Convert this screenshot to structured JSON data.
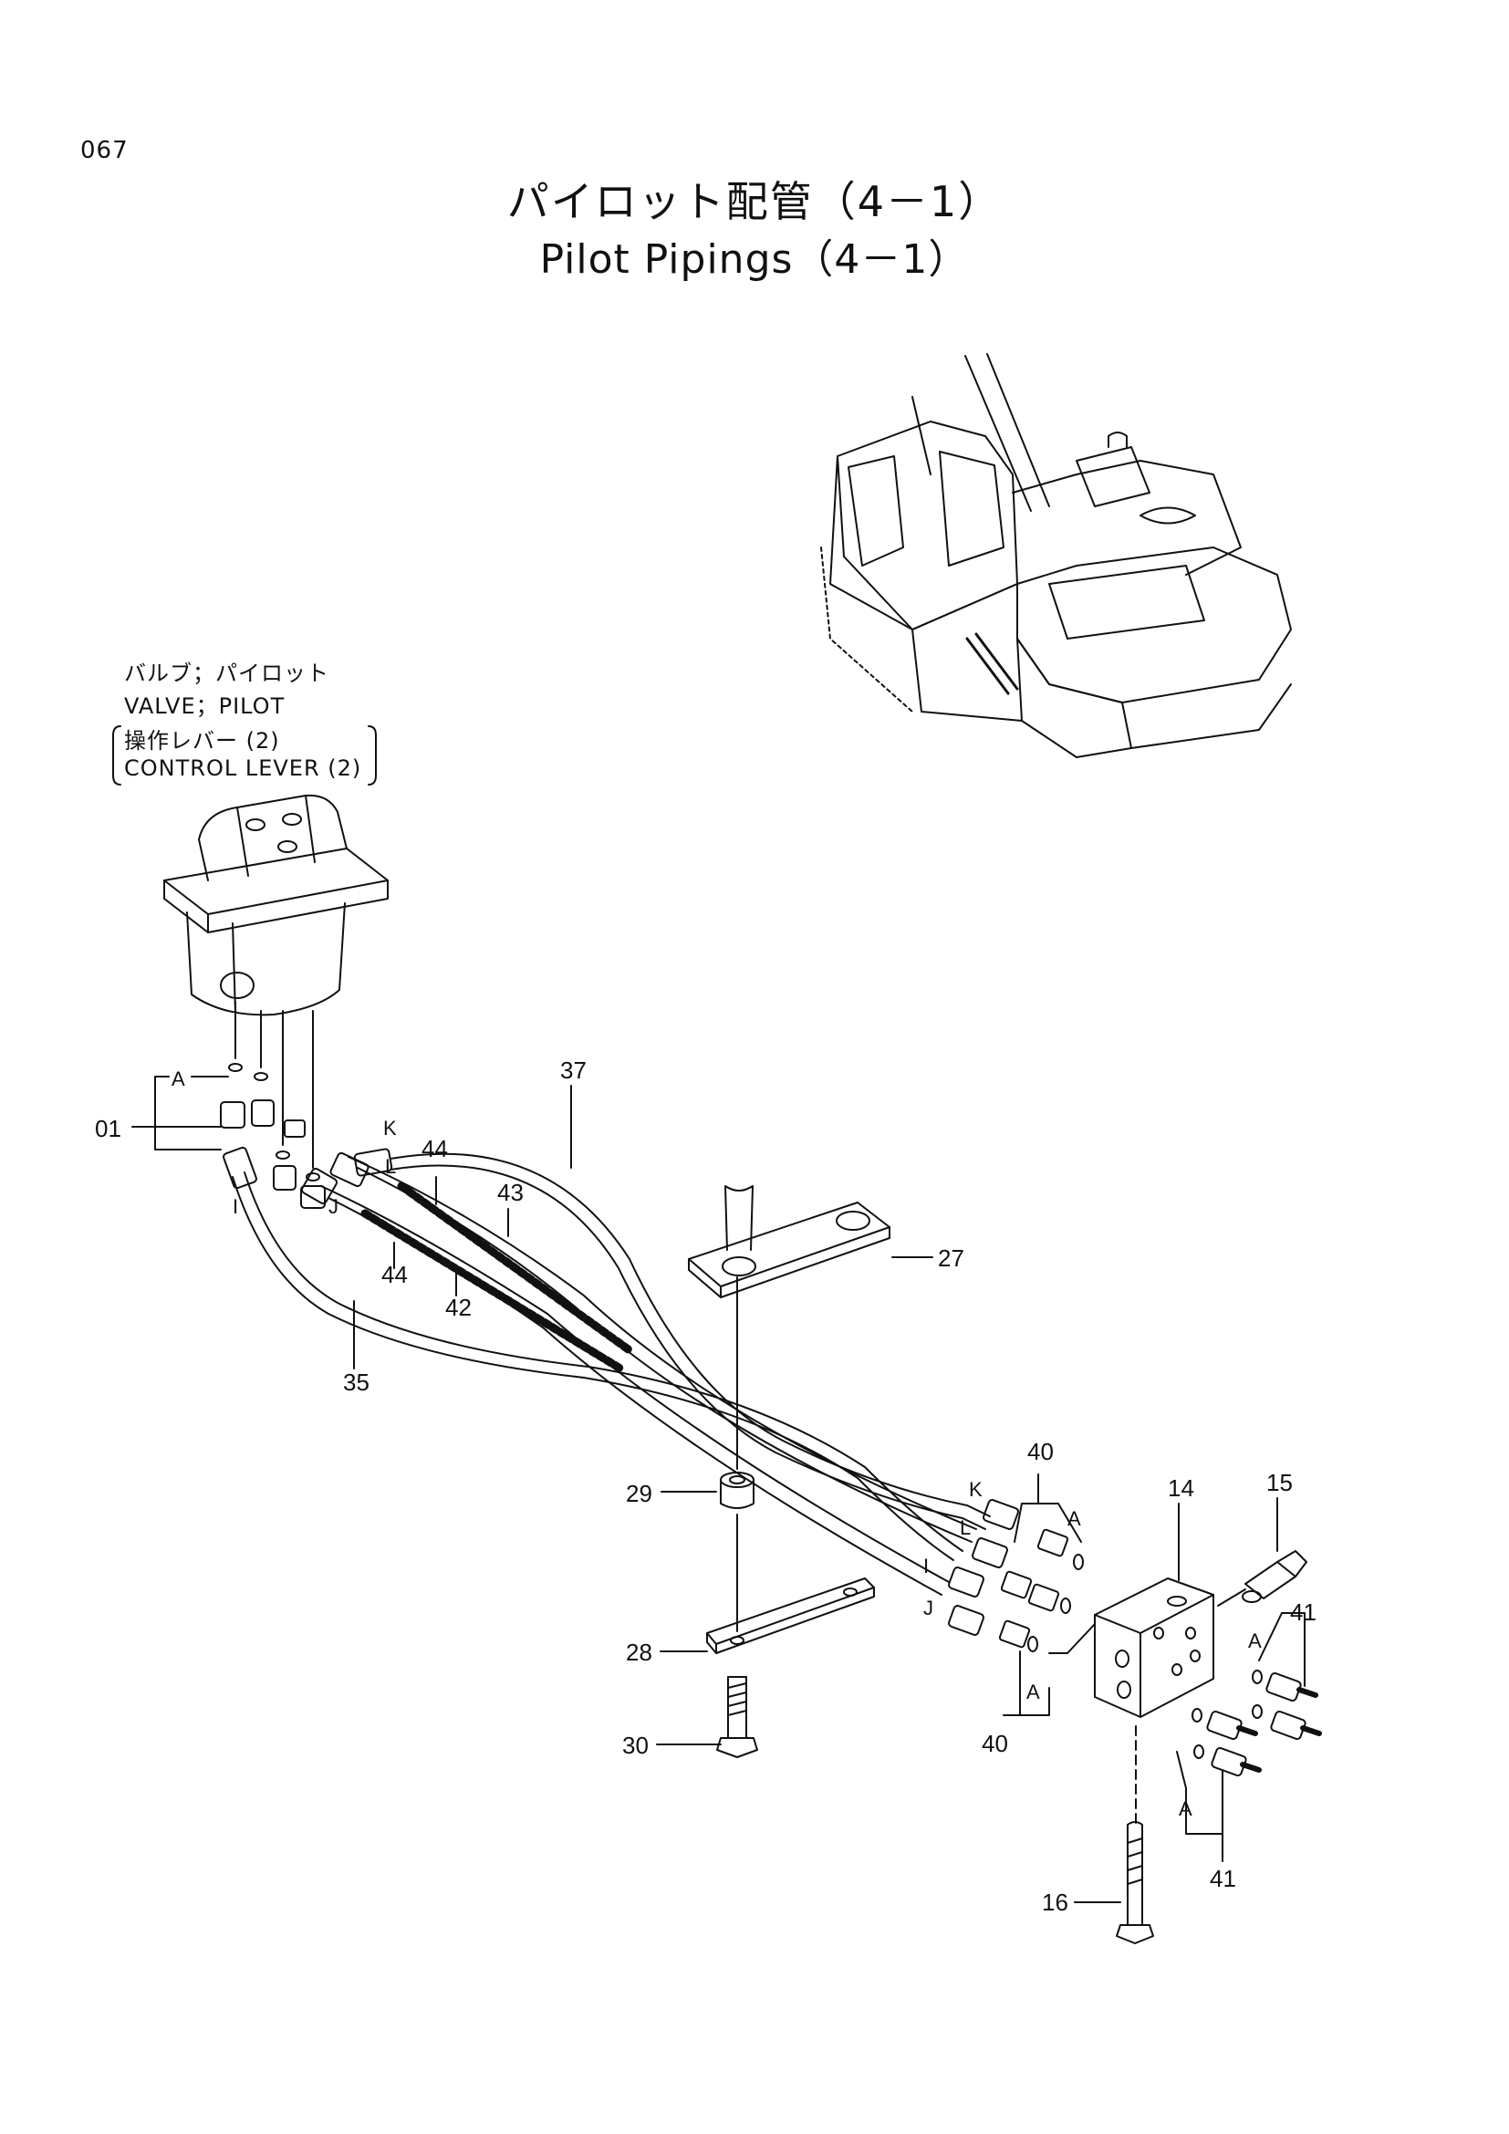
{
  "header": {
    "page_number": "067",
    "title_jp": "パイロット配管（4－1）",
    "title_en": "Pilot Pipings（4－1）"
  },
  "valve_label": {
    "line1": "バルブ；パイロット",
    "line2": "VALVE；PILOT",
    "line3": "操作レバー (2)",
    "line4": "CONTROL LEVER (2)"
  },
  "callouts": {
    "p01": "01",
    "p37": "37",
    "p44a": "44",
    "p43": "43",
    "p44b": "44",
    "p42": "42",
    "p35": "35",
    "p27": "27",
    "p29": "29",
    "p28": "28",
    "p30": "30",
    "p40a": "40",
    "p40b": "40",
    "p14": "14",
    "p15": "15",
    "p41a": "41",
    "p41b": "41",
    "p16": "16"
  },
  "letters": {
    "a1": "A",
    "a2": "A",
    "a3": "A",
    "a4": "A",
    "a5": "A",
    "k1": "K",
    "l1": "L",
    "i1": "I",
    "j1": "J",
    "k2": "K",
    "l2": "L",
    "i2": "I",
    "j2": "J"
  }
}
